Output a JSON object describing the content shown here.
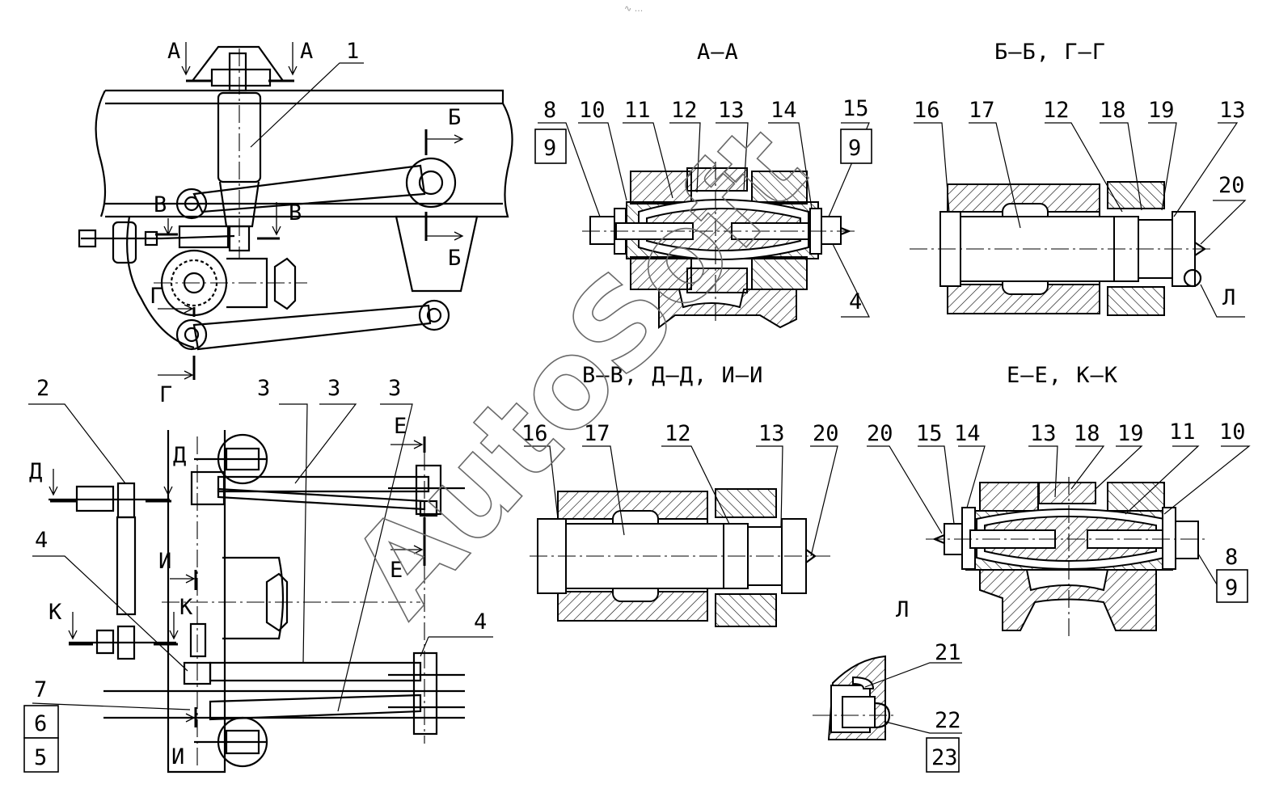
{
  "watermark": "AutoSoft",
  "top_mark": "∿ ...",
  "section_titles": {
    "aa": "А–А",
    "bb_gg": "Б–Б, Г–Г",
    "vv_dd_ii": "В–В, Д–Д, И–И",
    "ee_kk": "Е–Е, К–К",
    "detail_l": "Л"
  },
  "cut_letters": {
    "a": "А",
    "b": "Б",
    "v": "В",
    "g": "Г",
    "d": "Д",
    "e": "Е",
    "i": "И",
    "k": "К",
    "l": "Л"
  },
  "numbers": {
    "n1": "1",
    "n2": "2",
    "n3": "3",
    "n4": "4",
    "n5": "5",
    "n6": "6",
    "n7": "7",
    "n8": "8",
    "n9": "9",
    "n10": "10",
    "n11": "11",
    "n12": "12",
    "n13": "13",
    "n14": "14",
    "n15": "15",
    "n16": "16",
    "n17": "17",
    "n18": "18",
    "n19": "19",
    "n20": "20",
    "n21": "21",
    "n22": "22",
    "n23": "23"
  }
}
